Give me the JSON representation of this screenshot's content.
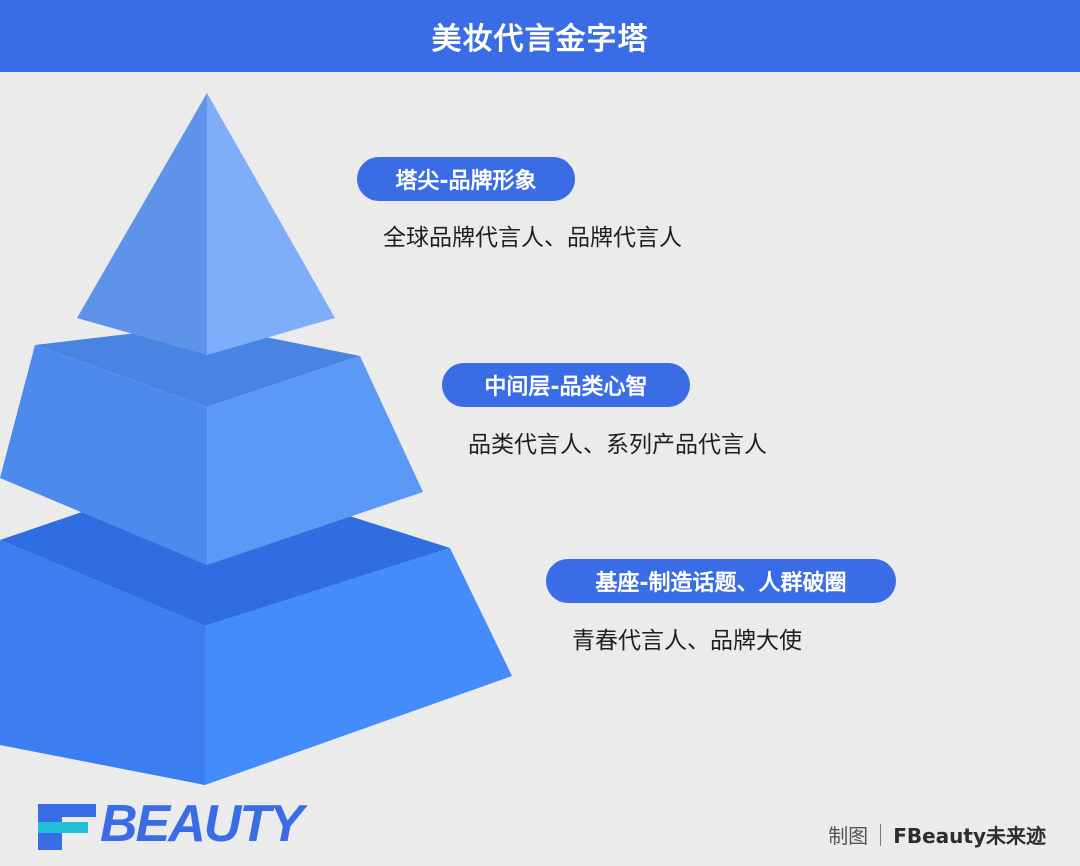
{
  "header": {
    "title": "美妆代言金字塔"
  },
  "tiers": [
    {
      "label": "塔尖-品牌形象",
      "description": "全球品牌代言人、品牌代言人"
    },
    {
      "label": "中间层-品类心智",
      "description": "品类代言人、系列产品代言人"
    },
    {
      "label": "基座-制造话题、人群破圈",
      "description": "青春代言人、品牌大使"
    }
  ],
  "colors": {
    "header_bg": "#3a6ce6",
    "pill_bg": "#3a6ce6",
    "background": "#ebebeb",
    "top_left": "#5f93ea",
    "top_right": "#7eaefa",
    "mid_top": "#4a84e2",
    "mid_left": "#4d8aee",
    "mid_right": "#5a99f5",
    "base_top": "#2e6ee0",
    "base_left": "#3a7ef2",
    "base_right": "#448cfa"
  },
  "footer": {
    "logo_text": "BEAUTY",
    "logo_icon": "fbeauty-logo-icon",
    "credit_prefix": "制图",
    "credit_brand": "FBeauty未来迹"
  }
}
